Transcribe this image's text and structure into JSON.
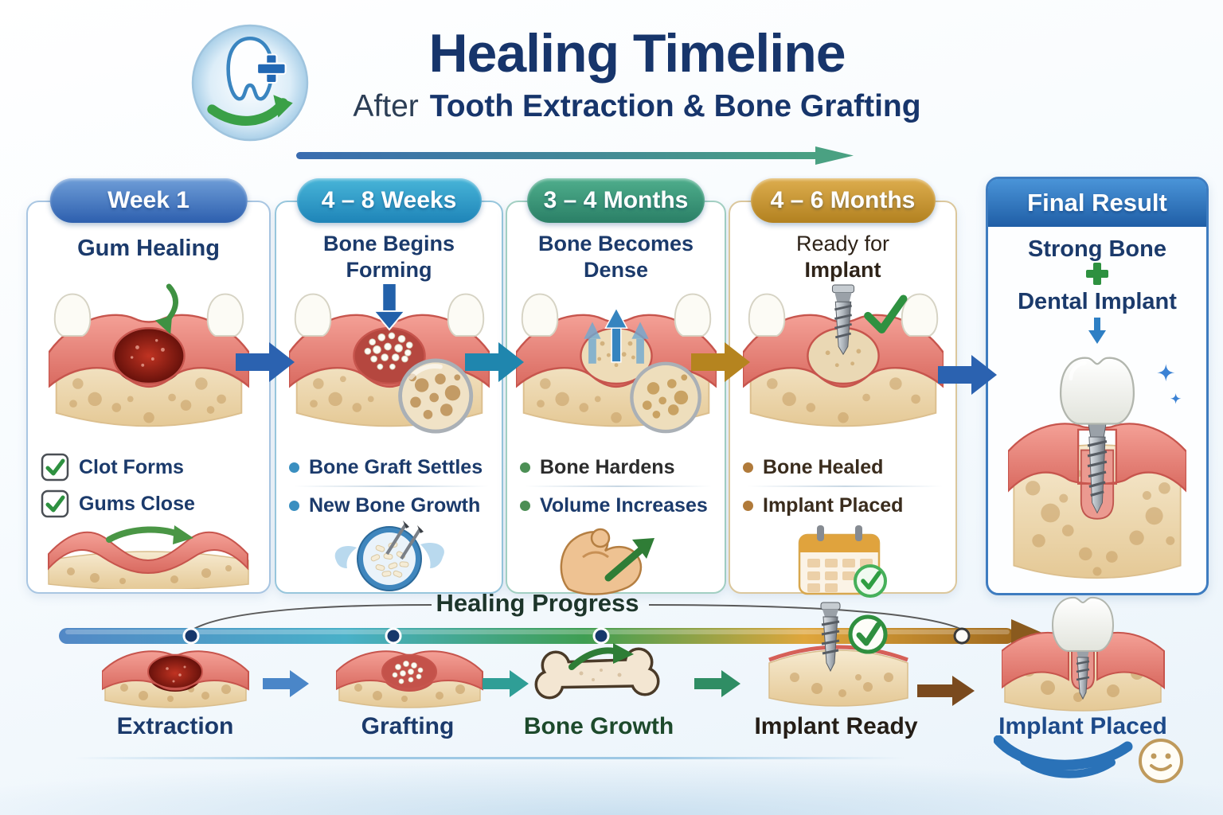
{
  "header": {
    "title": "Healing Timeline",
    "subtitle_prefix": "After",
    "subtitle_main": "Tooth Extraction & Bone Grafting"
  },
  "columns": [
    {
      "badge": "Week 1",
      "subtitle_line1": "Gum Healing",
      "subtitle_line2": "",
      "items": [
        "Clot Forms",
        "Gums Close"
      ]
    },
    {
      "badge": "4 – 8 Weeks",
      "subtitle_line1": "Bone Begins",
      "subtitle_line2": "Forming",
      "items": [
        "Bone Graft Settles",
        "New Bone Growth"
      ]
    },
    {
      "badge": "3 – 4 Months",
      "subtitle_line1": "Bone Becomes",
      "subtitle_line2": "Dense",
      "items": [
        "Bone Hardens",
        "Volume Increases"
      ]
    },
    {
      "badge": "4 – 6 Months",
      "subtitle_line1": "Ready for",
      "subtitle_line2": "Implant",
      "items": [
        "Bone Healed",
        "Implant Placed"
      ]
    },
    {
      "badge": "Final Result",
      "line1": "Strong Bone",
      "plus": "+",
      "line2": "Dental Implant"
    }
  ],
  "progress": {
    "title": "Healing Progress",
    "stages": [
      "Extraction",
      "Grafting",
      "Bone Growth",
      "Implant Ready",
      "Implant Placed"
    ]
  },
  "colors": {
    "navy": "#1b3a6b",
    "badge_blue": "#2d5fae",
    "badge_teal": "#1e84b8",
    "badge_green": "#2a7f66",
    "badge_gold": "#b28120",
    "progress_start": "#5288c6",
    "progress_end": "#a06a1e",
    "check_green": "#2e9140",
    "gum_pink": "#e07a70",
    "bone_tan": "#e5c996"
  }
}
